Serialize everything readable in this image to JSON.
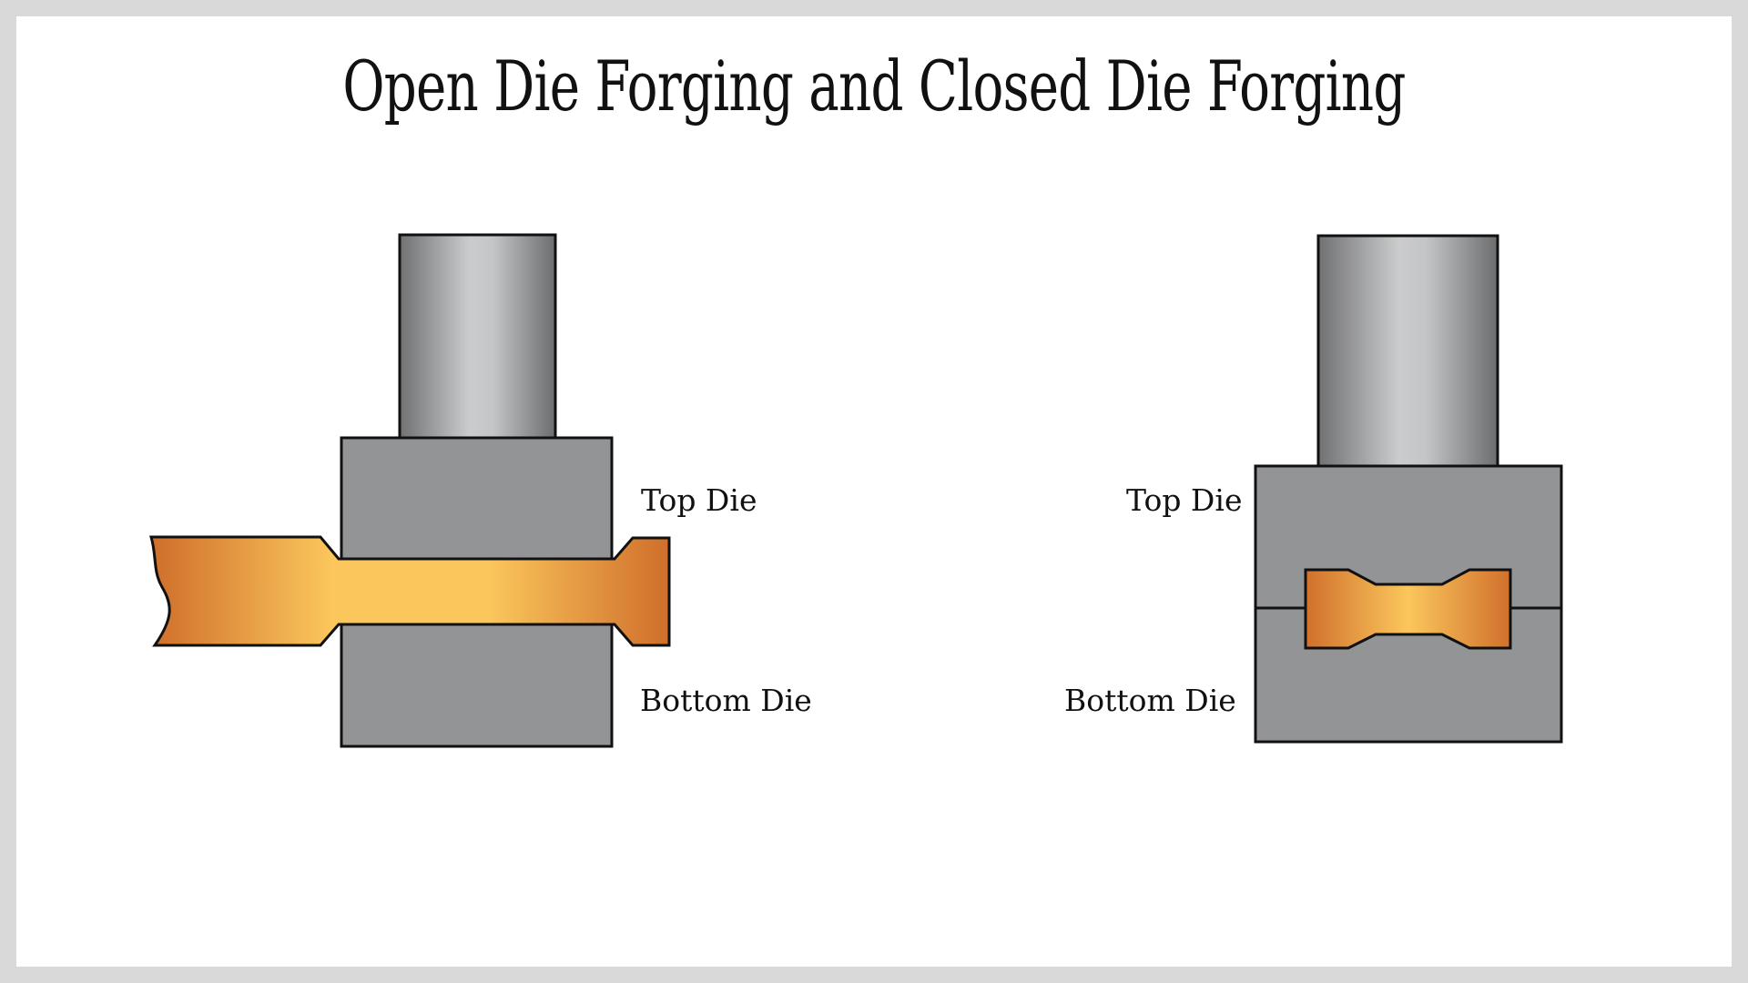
{
  "title": "Open Die Forging and Closed Die Forging",
  "open_die": {
    "top_die_label": "Top Die",
    "bottom_die_label": "Bottom Die"
  },
  "closed_die": {
    "top_die_label": "Top Die",
    "bottom_die_label": "Bottom Die"
  },
  "colors": {
    "die": "#939496",
    "ram_light": "#c9cacc",
    "ram_dark": "#6f7072",
    "billet_hot": "#fbc75c",
    "billet_edge": "#cf6e2b",
    "outline": "#111111",
    "frame": "#d9d9d9"
  }
}
